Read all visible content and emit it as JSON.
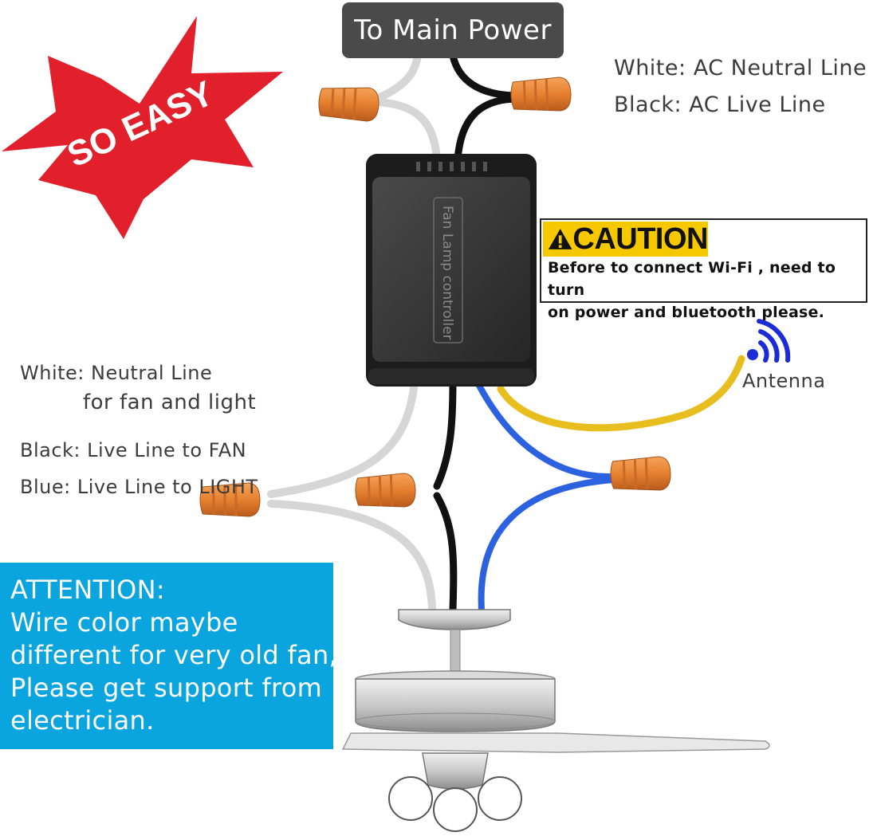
{
  "header": {
    "main_power": "To Main Power"
  },
  "top_labels": {
    "white": "White: AC Neutral Line",
    "black": "Black: AC Live Line"
  },
  "badge": {
    "text": "SO EASY",
    "color": "#e2202b"
  },
  "controller": {
    "print": "Fan Lamp controller"
  },
  "caution": {
    "title": "CAUTION",
    "message_line1": "Before to connect Wi-Fi , need to turn",
    "message_line2": "on power and bluetooth please."
  },
  "antenna": {
    "label": "Antenna"
  },
  "side_labels": {
    "white_line1": "White: Neutral Line",
    "white_line2": "for fan and light",
    "black": "Black: Live Line to FAN",
    "blue": "Blue: Live Line to LIGHT"
  },
  "attention": {
    "line1": "ATTENTION:",
    "line2": "Wire color maybe",
    "line3": "different for very old fan,",
    "line4": "Please get support from",
    "line5": "electrician."
  },
  "colors": {
    "white_wire": "#d6d6d6",
    "black_wire": "#111111",
    "blue_wire": "#2c62e0",
    "yellow_wire": "#e8be1e",
    "connector": "#e9853a",
    "attention_bg": "#0aa4df",
    "caution_yellow": "#f5c800",
    "wifi_blue": "#1c2bd8"
  },
  "icons": [
    "starburst-badge",
    "wire-nut-icon",
    "warning-triangle-icon",
    "wifi-signal-icon",
    "ceiling-fan-icon"
  ]
}
